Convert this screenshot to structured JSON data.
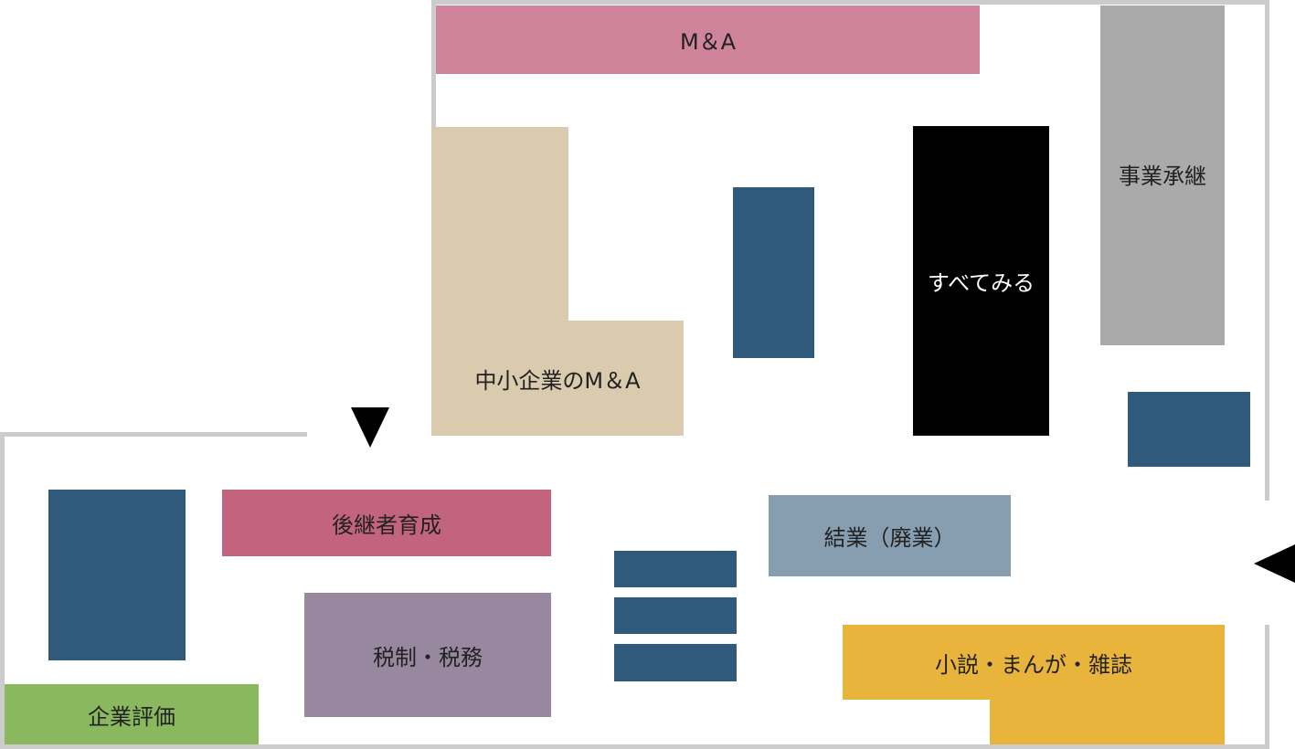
{
  "colors": {
    "wall": "#cccccc",
    "shelf": "#2f5a7b",
    "ma": "#d0849c",
    "sme_ma": "#dacaae",
    "all": "#000000",
    "succession": "#aaaaaa",
    "successor": "#c3647f",
    "tax": "#97889f",
    "closure": "#879eb1",
    "novels": "#e8b43c",
    "valuation": "#8ab85f",
    "arrow": "#000000"
  },
  "sections": {
    "ma": "M＆A",
    "sme_ma": "中小企業のM＆A",
    "all": "すべてみる",
    "succession": "事業承継",
    "successor": "後継者育成",
    "tax": "税制・税務",
    "closure": "結業（廃業）",
    "novels": "小説・まんが・雑誌",
    "valuation": "企業評価"
  }
}
